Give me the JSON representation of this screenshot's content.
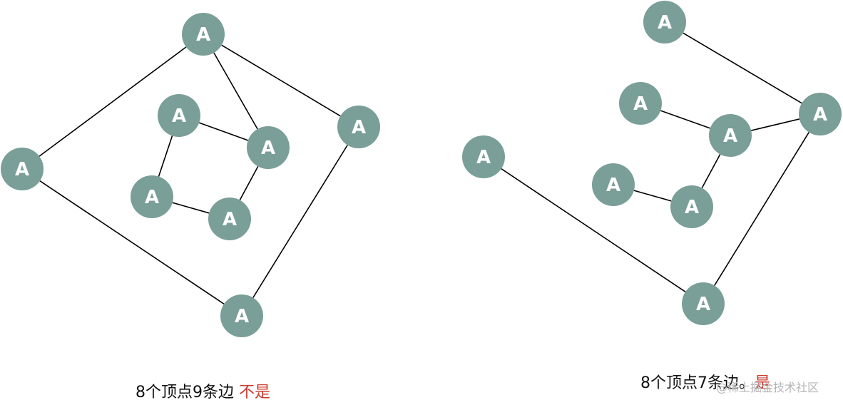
{
  "node_label": "A",
  "colors": {
    "node_fill": "#7a9e98",
    "edge": "#000000",
    "verdict": "#cc3b2f"
  },
  "graphs": [
    {
      "name": "left",
      "nodes": [
        "n1",
        "n2",
        "n3",
        "n4",
        "n5",
        "n6",
        "n7",
        "n8"
      ],
      "edges": [
        [
          "n1",
          "n2"
        ],
        [
          "n1",
          "n3"
        ],
        [
          "n2",
          "n8"
        ],
        [
          "n3",
          "n8"
        ],
        [
          "n2",
          "n5"
        ],
        [
          "n4",
          "n5"
        ],
        [
          "n4",
          "n6"
        ],
        [
          "n6",
          "n7"
        ],
        [
          "n5",
          "n7"
        ]
      ]
    },
    {
      "name": "right",
      "nodes": [
        "m1",
        "m2",
        "m3",
        "m4",
        "m5",
        "m6",
        "m7",
        "m8"
      ],
      "edges": [
        [
          "m1",
          "m4"
        ],
        [
          "m2",
          "m3"
        ],
        [
          "m3",
          "m4"
        ],
        [
          "m3",
          "m6"
        ],
        [
          "m5",
          "m6"
        ],
        [
          "m4",
          "m8"
        ],
        [
          "m7",
          "m8"
        ]
      ]
    }
  ],
  "captions": {
    "left": {
      "text": "8个顶点9条边 ",
      "verdict": "不是"
    },
    "right": {
      "text": "8个顶点7条边。",
      "verdict": "是"
    }
  },
  "watermark": "@稀土掘金技术社区"
}
